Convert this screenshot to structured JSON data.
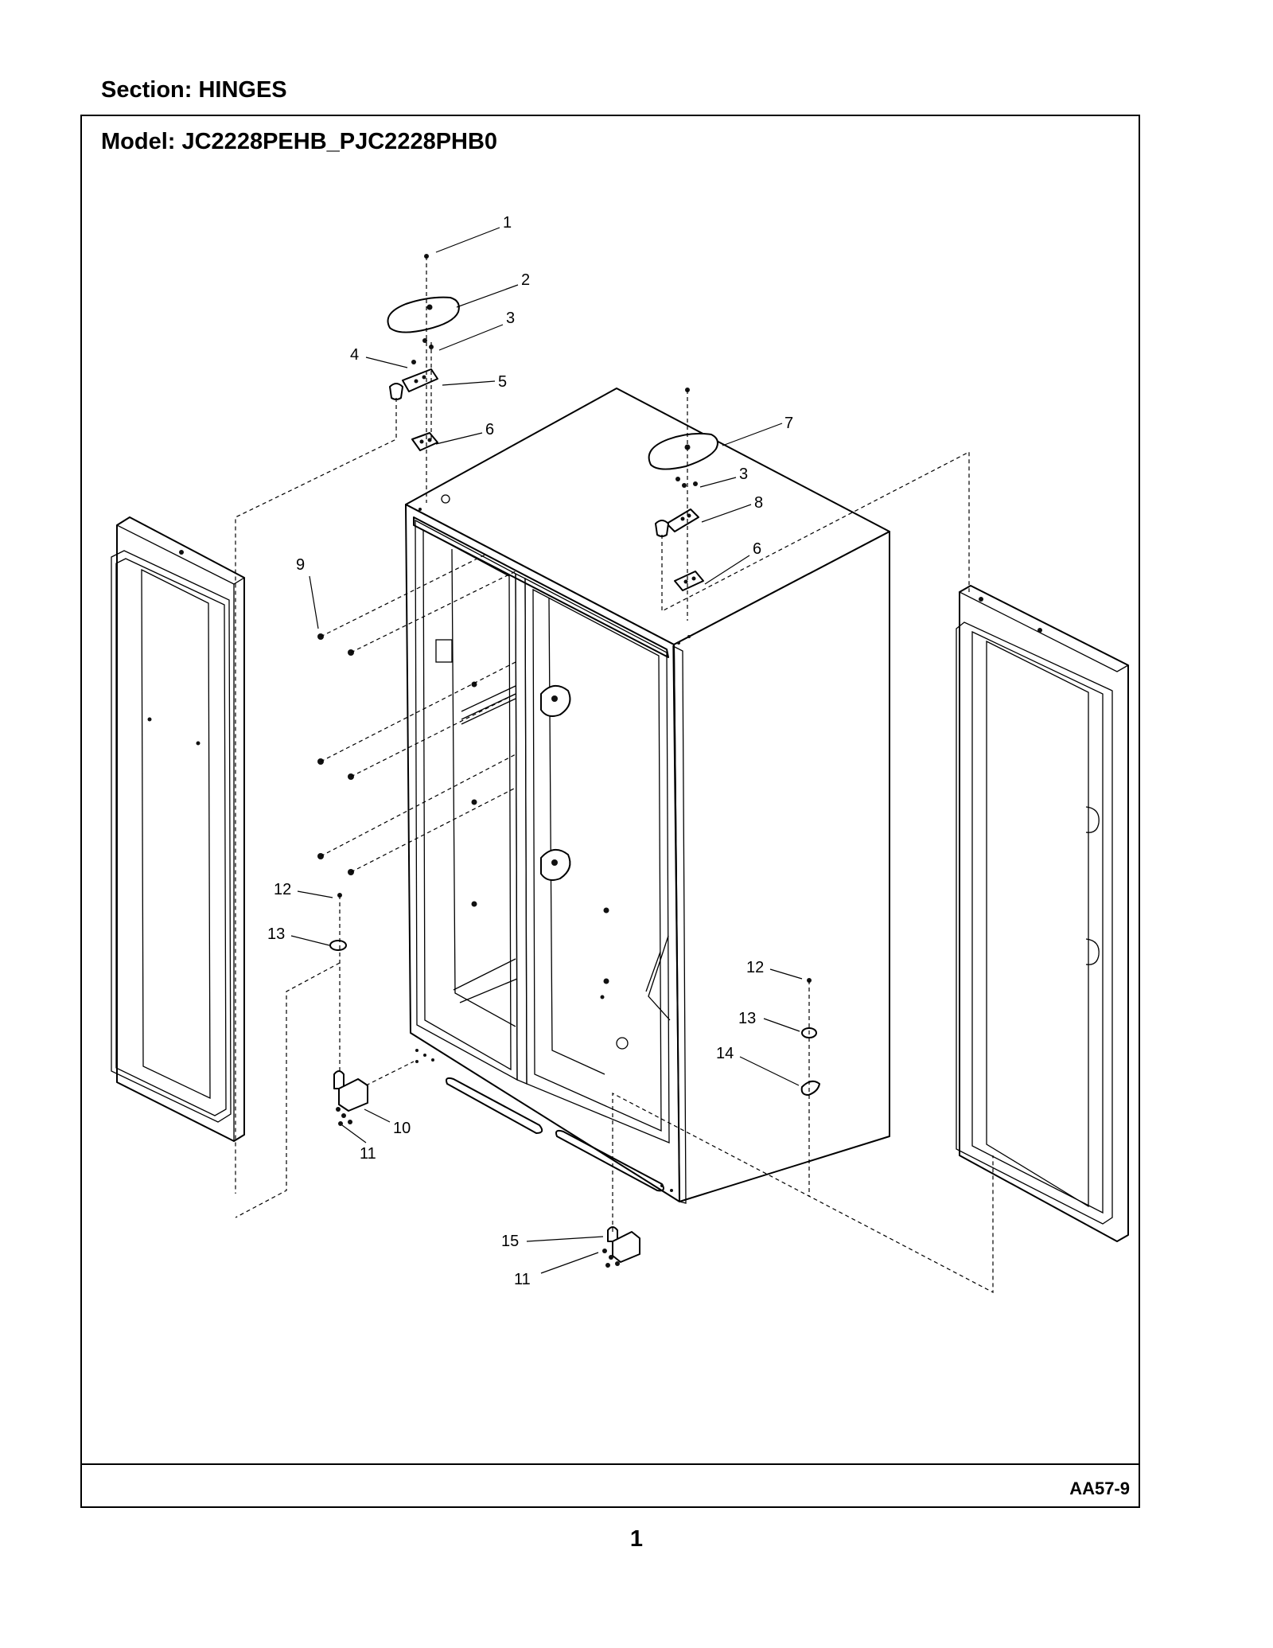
{
  "section_title": "Section:  HINGES",
  "model_title": "Model:  JC2228PEHB_PJC2228PHB0",
  "reference_code": "AA57-9",
  "page_number": "1",
  "callouts": [
    "1",
    "2",
    "3",
    "4",
    "5",
    "6",
    "7",
    "3",
    "8",
    "6",
    "9",
    "12",
    "13",
    "10",
    "11",
    "12",
    "13",
    "14",
    "15",
    "11"
  ]
}
